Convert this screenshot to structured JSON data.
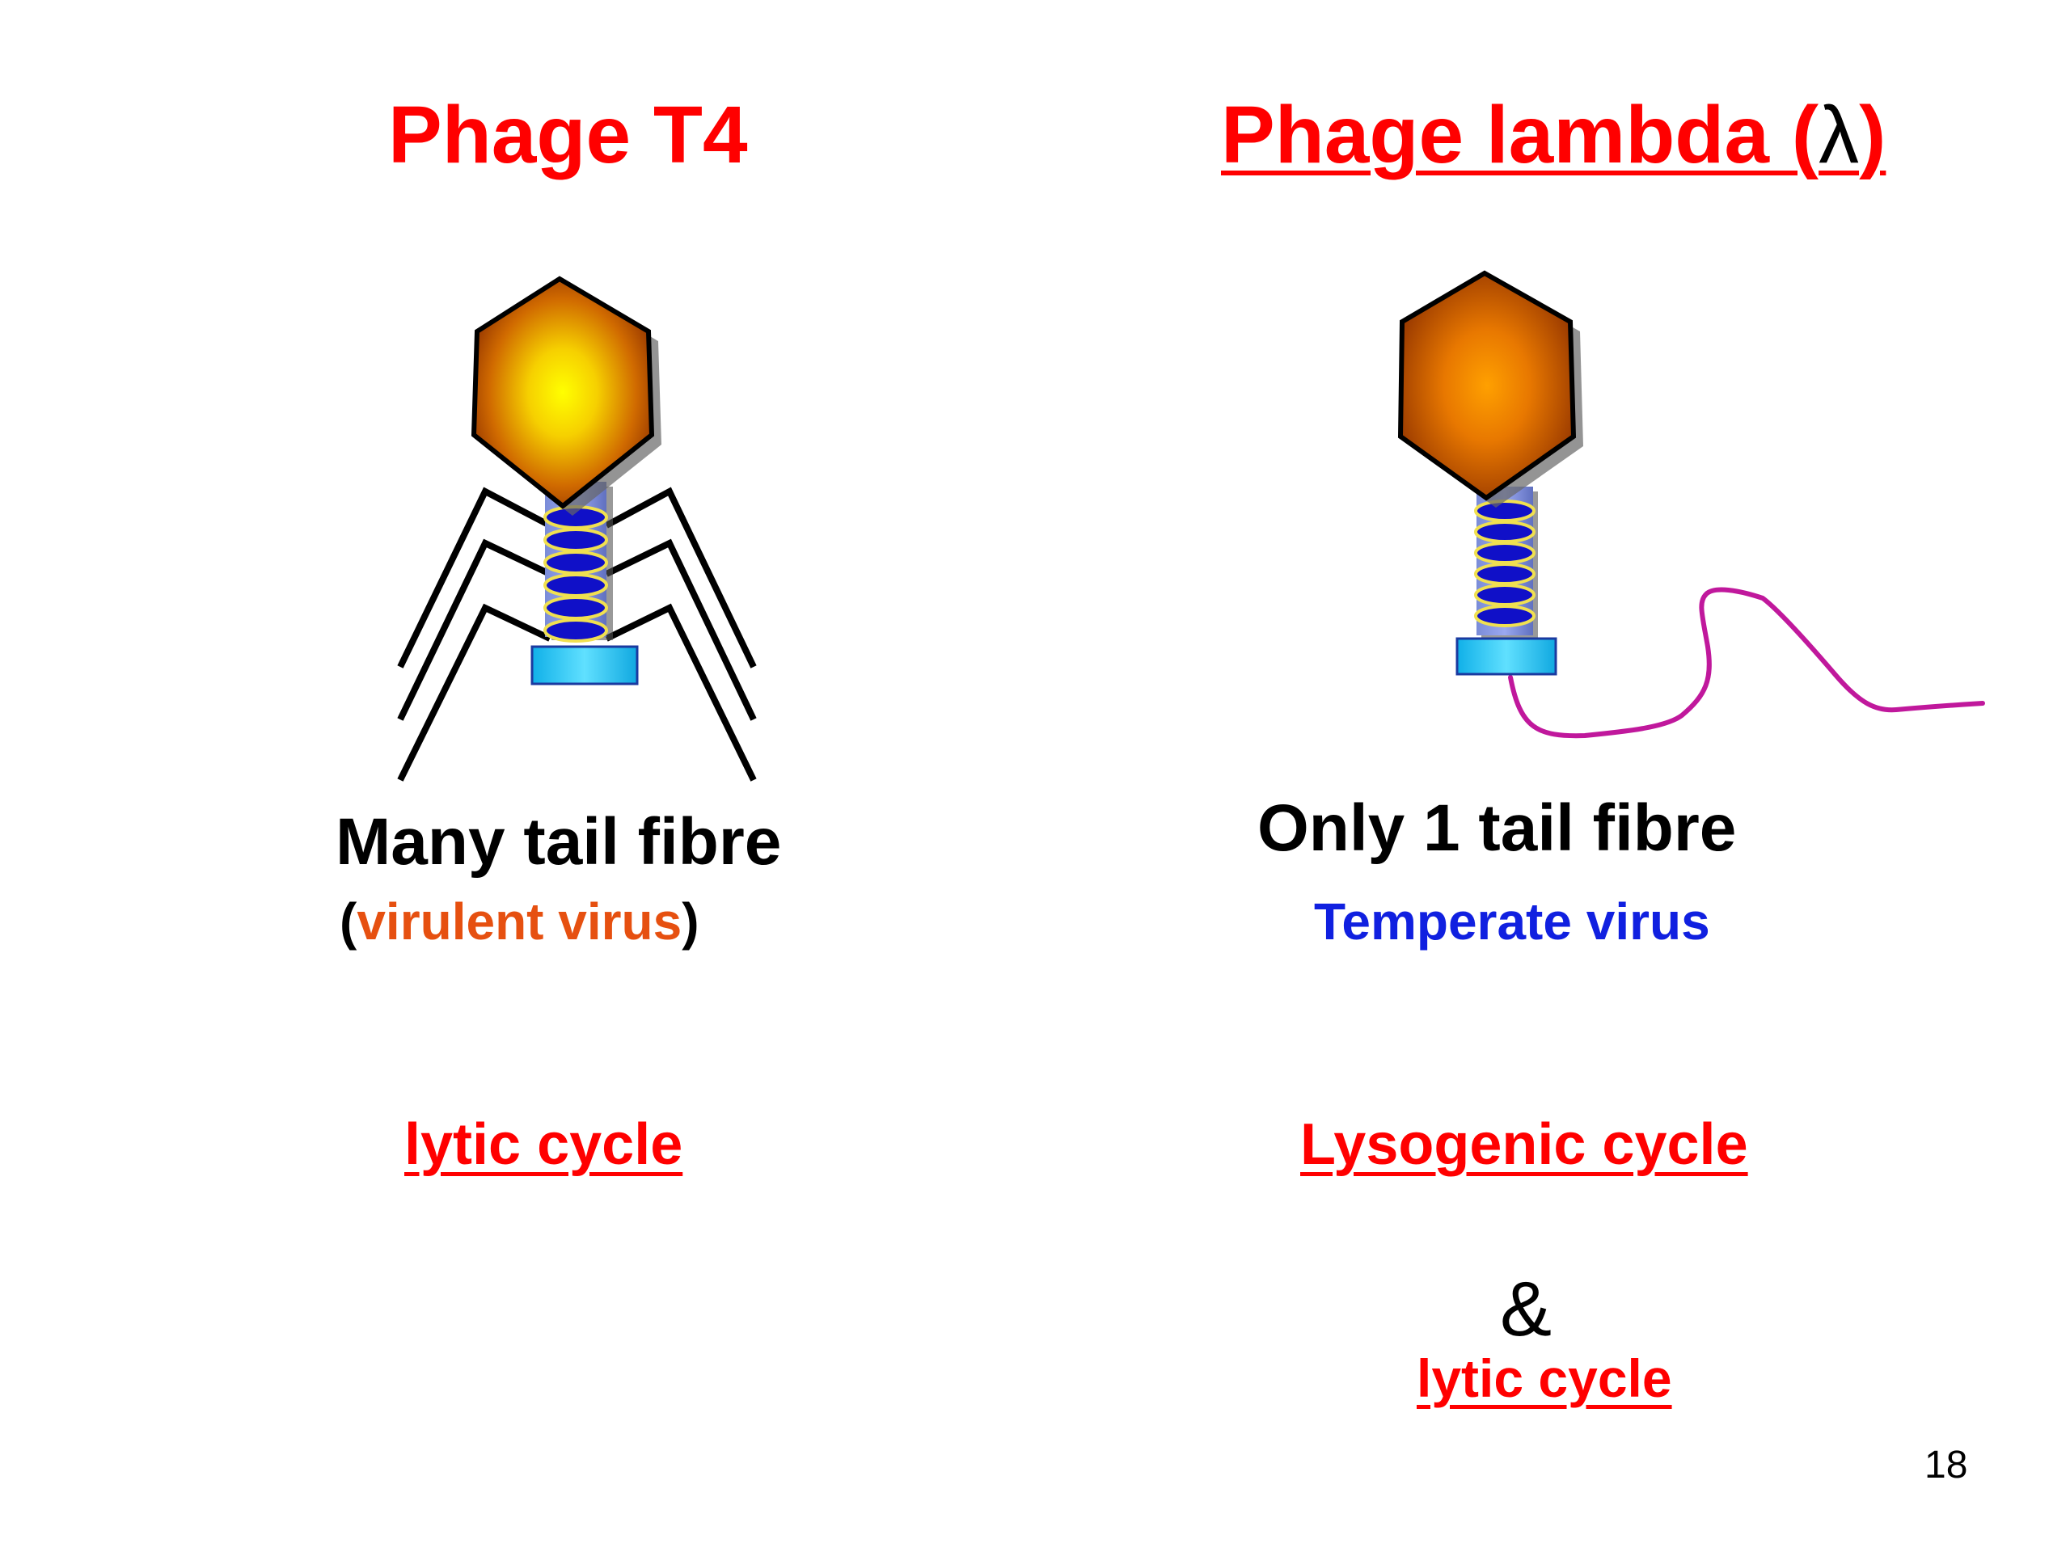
{
  "left": {
    "title": "Phage T4",
    "feature": "Many tail fibre",
    "paren_open": "(",
    "virus_type": "virulent virus",
    "paren_close": ")",
    "cycle": "lytic cycle"
  },
  "right": {
    "title_main": "Phage lambda (",
    "title_symbol": "λ",
    "title_close": ")",
    "feature": "Only 1 tail fibre",
    "virus_type": "Temperate virus",
    "cycle1": "Lysogenic cycle",
    "ampersand": "&",
    "cycle2": "lytic cycle"
  },
  "page_number": "18",
  "colors": {
    "title_red": "#ff0000",
    "virulent_orange": "#e65010",
    "temperate_blue": "#1020e0",
    "fibre_magenta": "#c0189c",
    "head_outer": "#a04000",
    "t4_head_center": "#ffff00",
    "lambda_head_center": "#ff9900",
    "tail_blue": "#1010c8",
    "coil_yellow": "#f0e050",
    "baseplate_cyan": "#20c8f0"
  }
}
